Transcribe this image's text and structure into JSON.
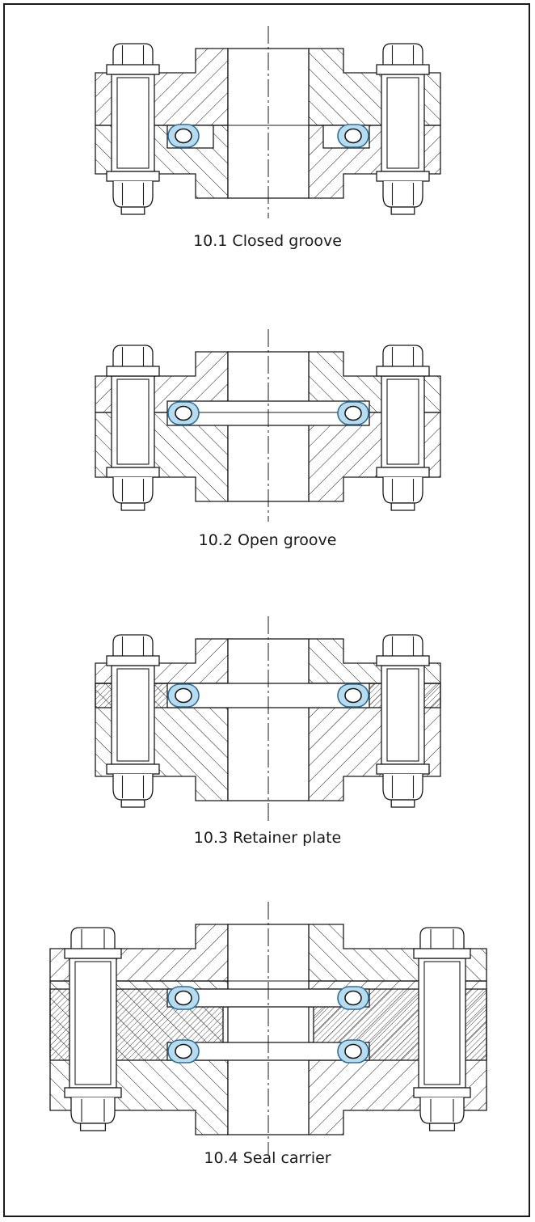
{
  "captions": {
    "fig1": "10.1 Closed groove",
    "fig2": "10.2 Open groove",
    "fig3": "10.3 Retainer plate",
    "fig4": "10.4 Seal carrier"
  },
  "colors": {
    "line": "#1a1a1a",
    "oring_fill": "#b8dcef",
    "oring_stroke": "#2f6f9a",
    "background": "#ffffff"
  }
}
